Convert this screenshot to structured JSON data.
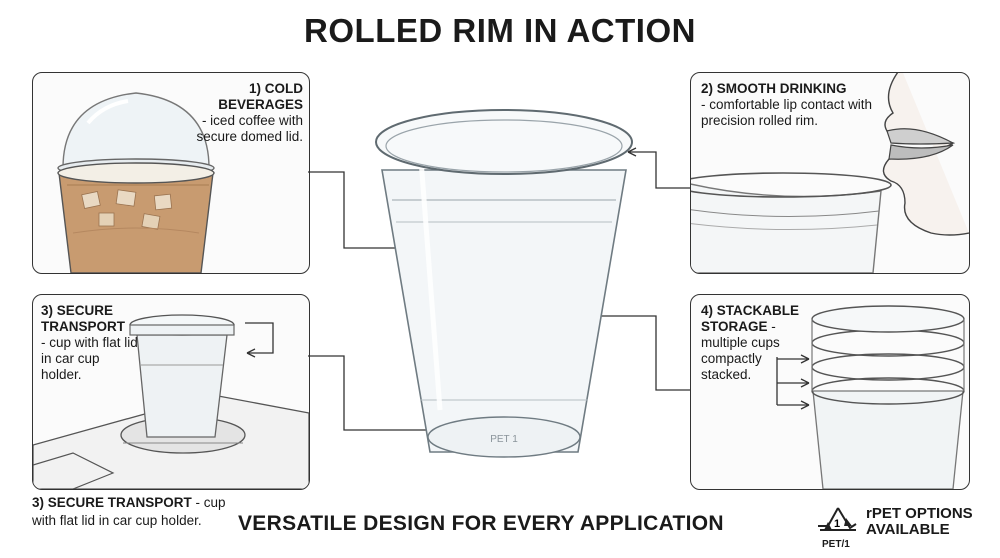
{
  "title": "ROLLED RIM IN ACTION",
  "panels": [
    {
      "heading": "1) COLD BEVERAGES",
      "desc": "- iced coffee with secure domed lid."
    },
    {
      "heading": "2) SMOOTH DRINKING",
      "desc": "- comfortable lip contact with precision rolled rim."
    },
    {
      "heading": "3) SECURE TRANSPORT",
      "desc": "- cup with flat lid in car cup holder."
    },
    {
      "heading": "4) STACKABLE STORAGE",
      "desc": "- multiple cups compactly stacked."
    }
  ],
  "caption_heading": "3) SECURE TRANSPORT",
  "caption_text": "- cup with flat lid in car cup holder.",
  "footer_title": "VERSATILE DESIGN FOR EVERY APPLICATION",
  "recycle": {
    "code": "1",
    "label": "PET/1",
    "text_line1": "rPET OPTIONS",
    "text_line2": "AVAILABLE"
  },
  "cup_base_marks": "PET 1"
}
